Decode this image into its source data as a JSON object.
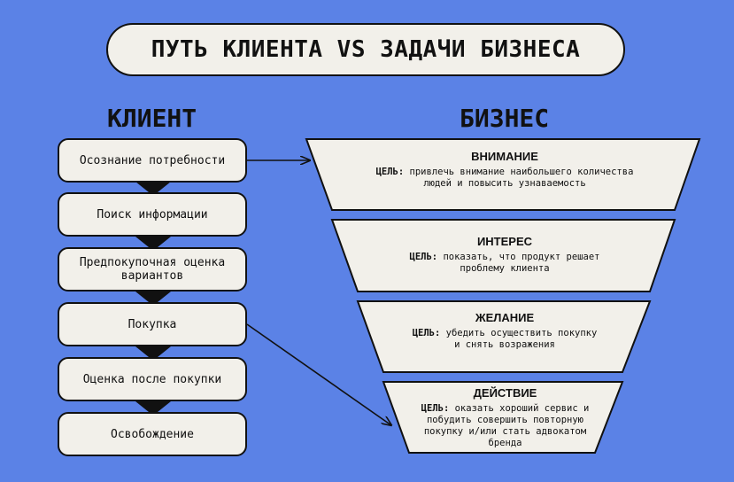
{
  "title": "ПУТЬ КЛИЕНТА VS ЗАДАЧИ БИЗНЕСА",
  "client_header": "КЛИЕНТ",
  "business_header": "БИЗНЕС",
  "client_steps": [
    "Осознание потребности",
    "Поиск информации",
    "Предпокупочная оценка вариантов",
    "Покупка",
    "Оценка после покупки",
    "Освобождение"
  ],
  "business_stages": [
    {
      "title": "ВНИМАНИЕ",
      "goal_label": "ЦЕЛЬ:",
      "goal": "привлечь внимание наибольшего количества людей и повысить узнаваемость"
    },
    {
      "title": "ИНТЕРЕС",
      "goal_label": "ЦЕЛЬ:",
      "goal": "показать, что продукт решает проблему клиента"
    },
    {
      "title": "ЖЕЛАНИЕ",
      "goal_label": "ЦЕЛЬ:",
      "goal": "убедить осуществить покупку и снять возражения"
    },
    {
      "title": "ДЕЙСТВИЕ",
      "goal_label": "ЦЕЛЬ:",
      "goal": "оказать хороший сервис и побудить совершить повторную покупку и/или стать адвокатом бренда"
    }
  ],
  "colors": {
    "background": "#5b82e6",
    "box_fill": "#f2f0ea",
    "stroke": "#111111"
  }
}
